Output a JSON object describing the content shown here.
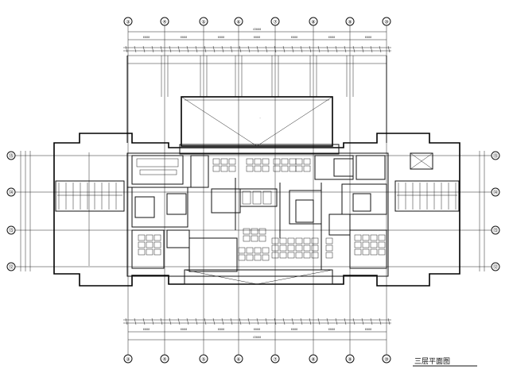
{
  "grid_axes": {
    "columns": [
      "③",
      "④",
      "⑤",
      "⑥",
      "⑦",
      "⑧",
      "⑨",
      "⑩"
    ],
    "rows": [
      "⑮",
      "⑭",
      "⑬",
      "⑫"
    ]
  },
  "dimensions": {
    "top_overall": "43000",
    "bottom_overall": "43000",
    "bay": [
      "6000",
      "6000",
      "6000",
      "6000",
      "6000",
      "6000",
      "6000"
    ]
  },
  "caption": "三层平面图",
  "colors": {
    "line": "#111111",
    "background": "#ffffff"
  }
}
